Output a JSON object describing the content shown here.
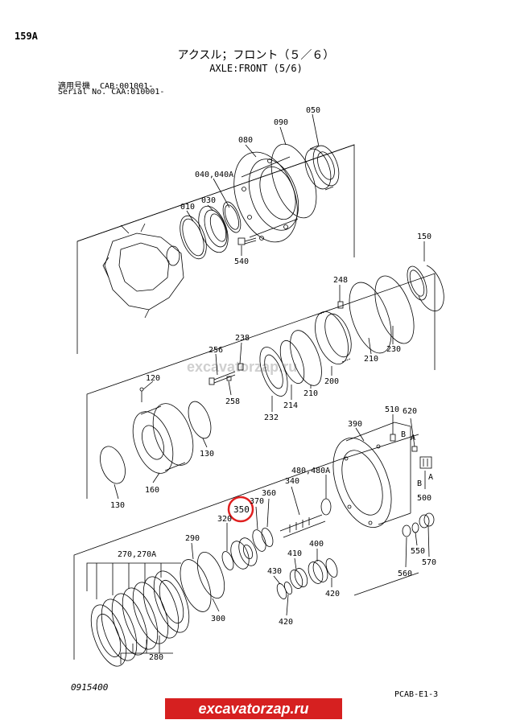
{
  "header": {
    "page_code": "159A",
    "title_jp": "アクスル；フロント（５／６）",
    "title_en": "AXLE:FRONT (5/6)",
    "serial_line1": "適用号機  CAB:001001-",
    "serial_line2": "Serial No. CAA:010001-"
  },
  "parts": {
    "p010": "010",
    "p030": "030",
    "p040": "040,040A",
    "p050": "050",
    "p080": "080",
    "p090": "090",
    "p120": "120",
    "p130a": "130",
    "p130b": "130",
    "p150": "150",
    "p160": "160",
    "p200": "200",
    "p210a": "210",
    "p210b": "210",
    "p214": "214",
    "p230": "230",
    "p232": "232",
    "p238": "238",
    "p248": "248",
    "p256": "256",
    "p258": "258",
    "p270": "270,270A",
    "p280": "280",
    "p290": "290",
    "p300": "300",
    "p320": "320",
    "p340": "340",
    "p350": "350",
    "p360": "360",
    "p370": "370",
    "p390": "390",
    "p400": "400",
    "p410": "410",
    "p420a": "420",
    "p420b": "420",
    "p430": "430",
    "p480": "480,480A",
    "p500": "500",
    "p510": "510",
    "p540": "540",
    "p550": "550",
    "p560": "560",
    "p570": "570",
    "p620": "620",
    "ref_a1": "A",
    "ref_b1": "B",
    "ref_a2": "A",
    "ref_b2": "B"
  },
  "watermark_text": "excavatorzap.ru",
  "footer": {
    "drawing_number": "0915400",
    "ref_code": "PCAB-E1-3",
    "banner": "excavatorzap.ru"
  },
  "colors": {
    "highlight": "#e02020",
    "banner": "#d62020",
    "line": "#000000"
  }
}
